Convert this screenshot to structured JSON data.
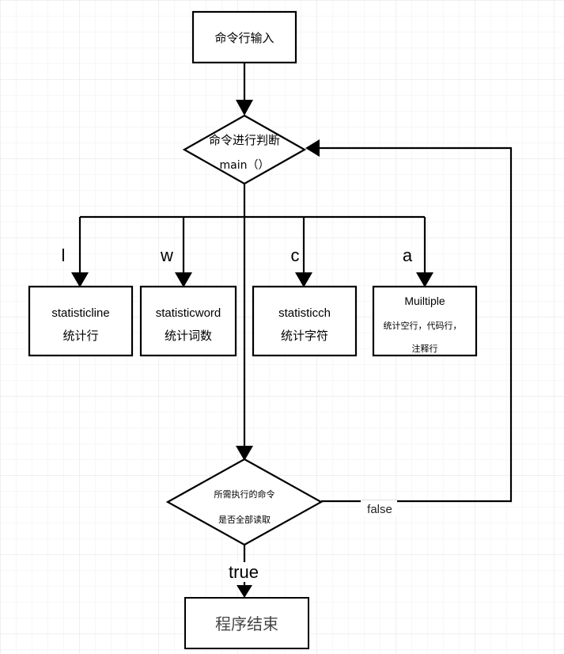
{
  "nodes": {
    "start": {
      "label": "命令行输入"
    },
    "decide_cmd": {
      "line1": "命令进行判断",
      "line2": "main（）"
    },
    "line": {
      "line1": "statisticline",
      "line2": "统计行"
    },
    "word": {
      "line1": "statisticword",
      "line2": "统计词数"
    },
    "char": {
      "line1": "statisticch",
      "line2": "统计字符"
    },
    "multi": {
      "line1": "Muiltiple",
      "line2": "统计空行，代码行，",
      "line3": "注释行"
    },
    "decide_done": {
      "line1": "所需执行的命令",
      "line2": "是否全部读取"
    },
    "end": {
      "label": "程序结束"
    }
  },
  "edge_labels": {
    "l": "l",
    "w": "w",
    "c": "c",
    "a": "a",
    "true": "true",
    "false": "false"
  }
}
